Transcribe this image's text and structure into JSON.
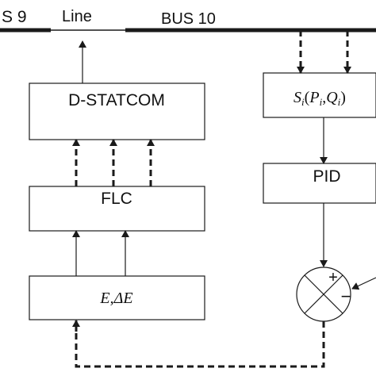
{
  "buses": {
    "left_label": "S 9",
    "line_label": "Line",
    "right_label": "BUS 10"
  },
  "blocks": {
    "dstatcom": "D-STATCOM",
    "flc": "FLC",
    "pid": "PID",
    "error_var": "E",
    "error_comma": ",",
    "error_delta": "ΔE",
    "power_S": "S",
    "power_i": "i",
    "power_open": "(",
    "power_P": "P",
    "power_pi": "i",
    "power_comma": ",",
    "power_Q": "Q",
    "power_qi": "i",
    "power_close": ")"
  },
  "summing": {
    "plus": "+",
    "minus": "−"
  },
  "colors": {
    "stroke": "#1a1a1a",
    "background": "#ffffff"
  }
}
